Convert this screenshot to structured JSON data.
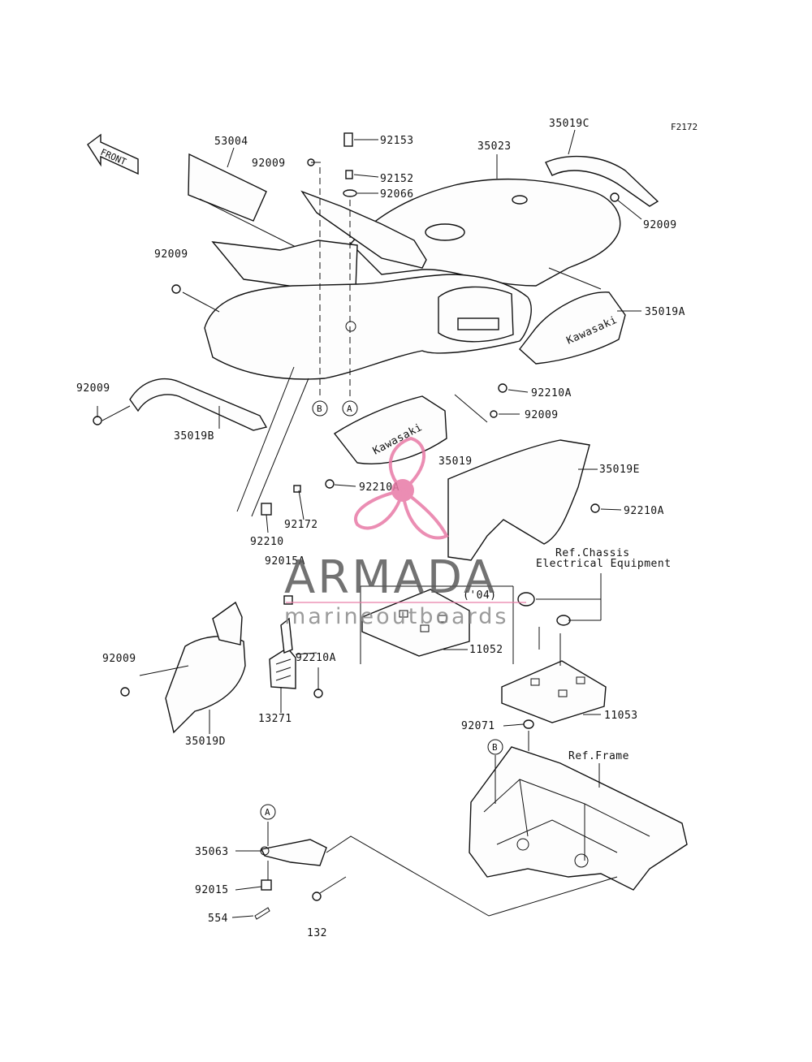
{
  "figure_code": "F2172",
  "front_label": "FRONT",
  "brand_text": "Kawasaki",
  "watermark": {
    "title": "ARMADA",
    "subtitle": "marineoutboards",
    "color": "#e87aa6"
  },
  "callouts": {
    "a": "A",
    "b": "B"
  },
  "labels": {
    "p53004": "53004",
    "p92009_top": "92009",
    "p92153": "92153",
    "p92152": "92152",
    "p92066": "92066",
    "p35023": "35023",
    "p35019C": "35019C",
    "p92009_right": "92009",
    "p92009_left": "92009",
    "p35019A": "35019A",
    "p92009_b": "92009",
    "p35019B": "35019B",
    "p92210A_1": "92210A",
    "p92009_mid": "92009",
    "p35019": "35019",
    "p92210A_2": "92210A",
    "p35019E": "35019E",
    "p92210A_3": "92210A",
    "p92172": "92172",
    "p92210": "92210",
    "ref_chassis_1": "Ref.Chassis",
    "ref_chassis_2": "Electrical Equipment",
    "p92015A": "92015A",
    "year_04": "('04)",
    "p92009_d": "92009",
    "p92210A_4": "92210A",
    "p11052": "11052",
    "p13271": "13271",
    "p35019D": "35019D",
    "p11053": "11053",
    "p92071": "92071",
    "ref_frame": "Ref.Frame",
    "p35063": "35063",
    "p92015": "92015",
    "p554": "554",
    "p132": "132"
  }
}
